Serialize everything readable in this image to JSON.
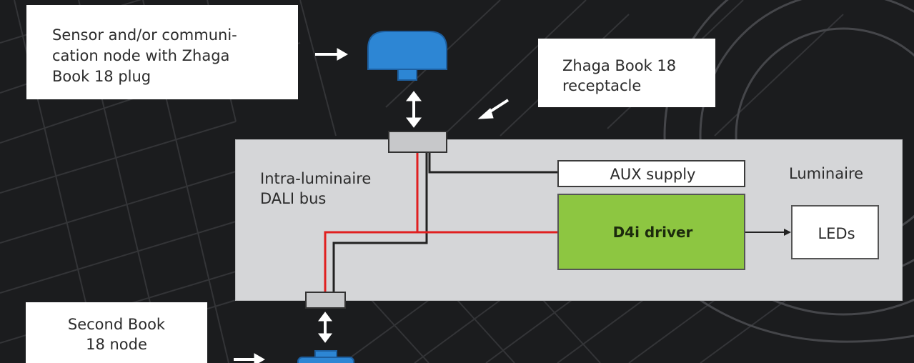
{
  "notes": {
    "sensor_line1": "Sensor and/or communi-",
    "sensor_line2": "cation node with Zhaga",
    "sensor_line3": "Book 18 plug",
    "receptacle_line1": "Zhaga Book 18",
    "receptacle_line2": "receptacle",
    "second_line1": "Second Book",
    "second_line2": "18 node"
  },
  "luminaire": {
    "title": "Luminaire",
    "bus_label_line1": "Intra-luminaire",
    "bus_label_line2": "DALI bus",
    "aux_label": "AUX supply",
    "driver_label": "D4i driver",
    "leds_label": "LEDs"
  },
  "colors": {
    "background": "#1b1c1e",
    "luminaire_fill": "#d5d6d8",
    "driver_fill": "#8dc641",
    "node_blue": "#2d86d4",
    "dali_red": "#e02020"
  },
  "icons": {
    "top_node": "sensor-node-icon",
    "bottom_node": "sensor-node-icon",
    "connect_arrow": "double-arrow-icon",
    "pointer_arrow": "arrow-icon"
  }
}
